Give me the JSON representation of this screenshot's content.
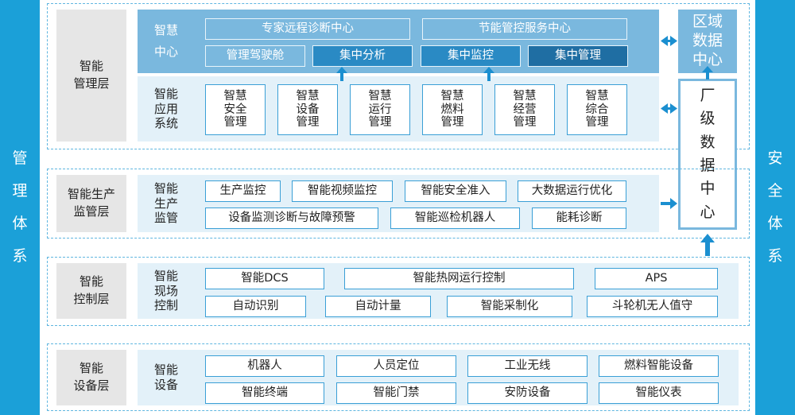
{
  "left_system": {
    "chars": [
      "管",
      "理",
      "体",
      "系"
    ]
  },
  "right_system": {
    "chars": [
      "安",
      "全",
      "体",
      "系"
    ]
  },
  "management_layer": {
    "label_line1": "智能",
    "label_line2": "管理层",
    "center": {
      "label_line1": "智慧",
      "label_line2": "中心",
      "top_boxes": [
        "专家远程诊断中心",
        "节能管控服务中心"
      ],
      "bottom_boxes": [
        "管理驾驶舱",
        "集中分析",
        "集中监控",
        "集中管理"
      ]
    },
    "apps": {
      "label_line1": "智能",
      "label_line2": "应用",
      "label_line3": "系统",
      "items": [
        {
          "l1": "智慧",
          "l2": "安全",
          "l3": "管理"
        },
        {
          "l1": "智慧",
          "l2": "设备",
          "l3": "管理"
        },
        {
          "l1": "智慧",
          "l2": "运行",
          "l3": "管理"
        },
        {
          "l1": "智慧",
          "l2": "燃料",
          "l3": "管理"
        },
        {
          "l1": "智慧",
          "l2": "经营",
          "l3": "管理"
        },
        {
          "l1": "智慧",
          "l2": "综合",
          "l3": "管理"
        }
      ]
    }
  },
  "region_center": {
    "l1": "区域",
    "l2": "数据",
    "l3": "中心"
  },
  "plant_center": {
    "chars": [
      "厂",
      "级",
      "数",
      "据",
      "中",
      "心"
    ]
  },
  "production_layer": {
    "label_line1": "智能生产",
    "label_line2": "监管层",
    "sys_line1": "智能",
    "sys_line2": "生产",
    "sys_line3": "监管",
    "row1": [
      "生产监控",
      "智能视频监控",
      "智能安全准入",
      "大数据运行优化"
    ],
    "row2": [
      "设备监测诊断与故障预警",
      "智能巡检机器人",
      "能耗诊断"
    ]
  },
  "control_layer": {
    "label_line1": "智能",
    "label_line2": "控制层",
    "sys_line1": "智能",
    "sys_line2": "现场",
    "sys_line3": "控制",
    "row1": [
      "智能DCS",
      "智能热网运行控制",
      "APS"
    ],
    "row2": [
      "自动识别",
      "自动计量",
      "智能采制化",
      "斗轮机无人值守"
    ]
  },
  "device_layer": {
    "label_line1": "智能",
    "label_line2": "设备层",
    "sys_line1": "智能",
    "sys_line2": "设备",
    "row1": [
      "机器人",
      "人员定位",
      "工业无线",
      "燃料智能设备"
    ],
    "row2": [
      "智能终端",
      "智能门禁",
      "安防设备",
      "智能仪表"
    ]
  },
  "colors": {
    "side_bar": "#1ba0d8",
    "panel_blue": "#7ab8de",
    "panel_light": "#e3f1f9",
    "box_border": "#3a9fd6",
    "label_gray": "#e6e6e6",
    "arrow": "#1b8fd0"
  }
}
